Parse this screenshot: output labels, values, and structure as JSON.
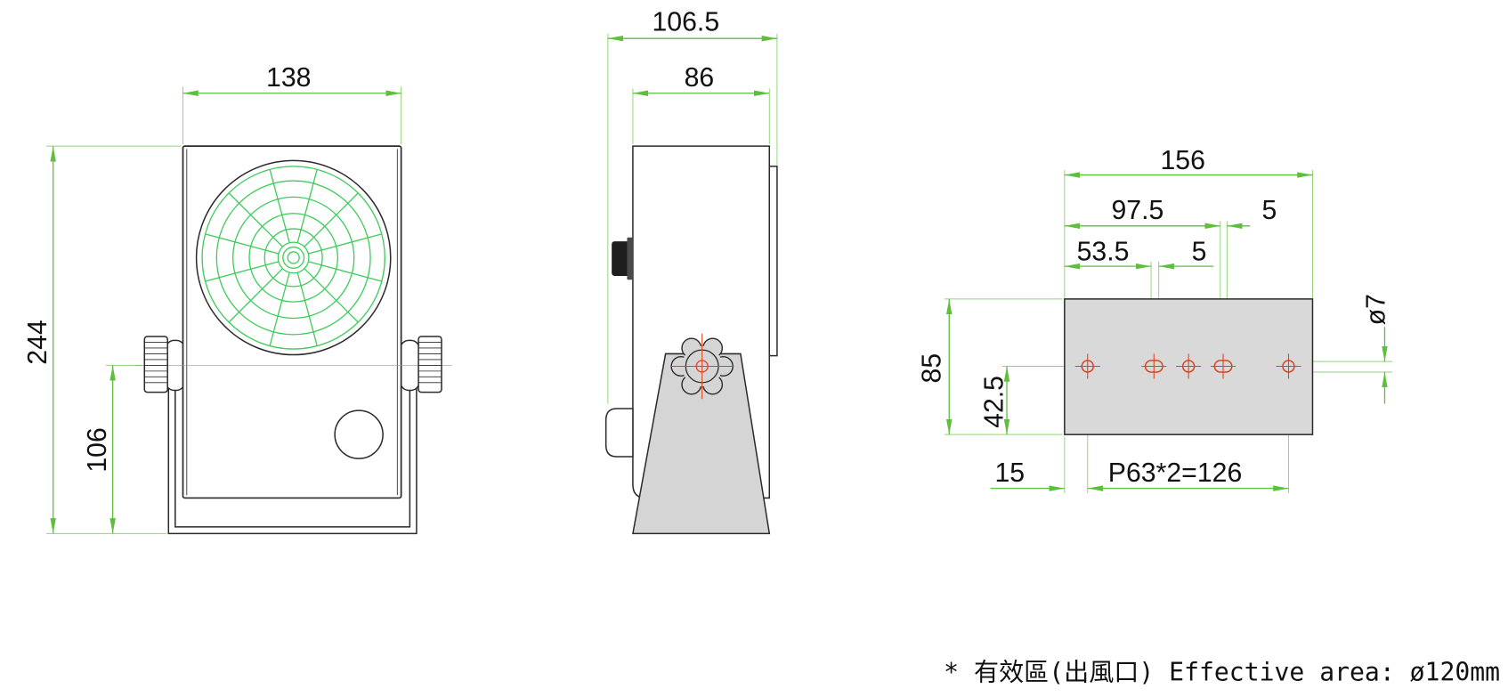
{
  "front_view": {
    "width": "138",
    "height": "244",
    "mount_height": "106"
  },
  "side_view": {
    "overall_depth": "106.5",
    "body_depth": "86"
  },
  "mount_plate": {
    "width": "156",
    "slot2_position": "97.5",
    "slot2_width": "5",
    "slot1_position": "53.5",
    "slot1_width": "5",
    "height": "85",
    "hole_center_height": "42.5",
    "hole_diameter": "ø7",
    "edge_offset": "15",
    "hole_pitch": "P63*2=126"
  },
  "note": "* 有效區(出風口) Effective area: ø120mm",
  "colors": {
    "dimension": "#5dbf3c",
    "extension": "#8fd47a",
    "grille": "#3ccc5a",
    "hole": "#e0401e",
    "bracket_fill": "#d5d5d5",
    "plate_fill": "#d9d9d9",
    "outline": "#2b2b2b"
  }
}
